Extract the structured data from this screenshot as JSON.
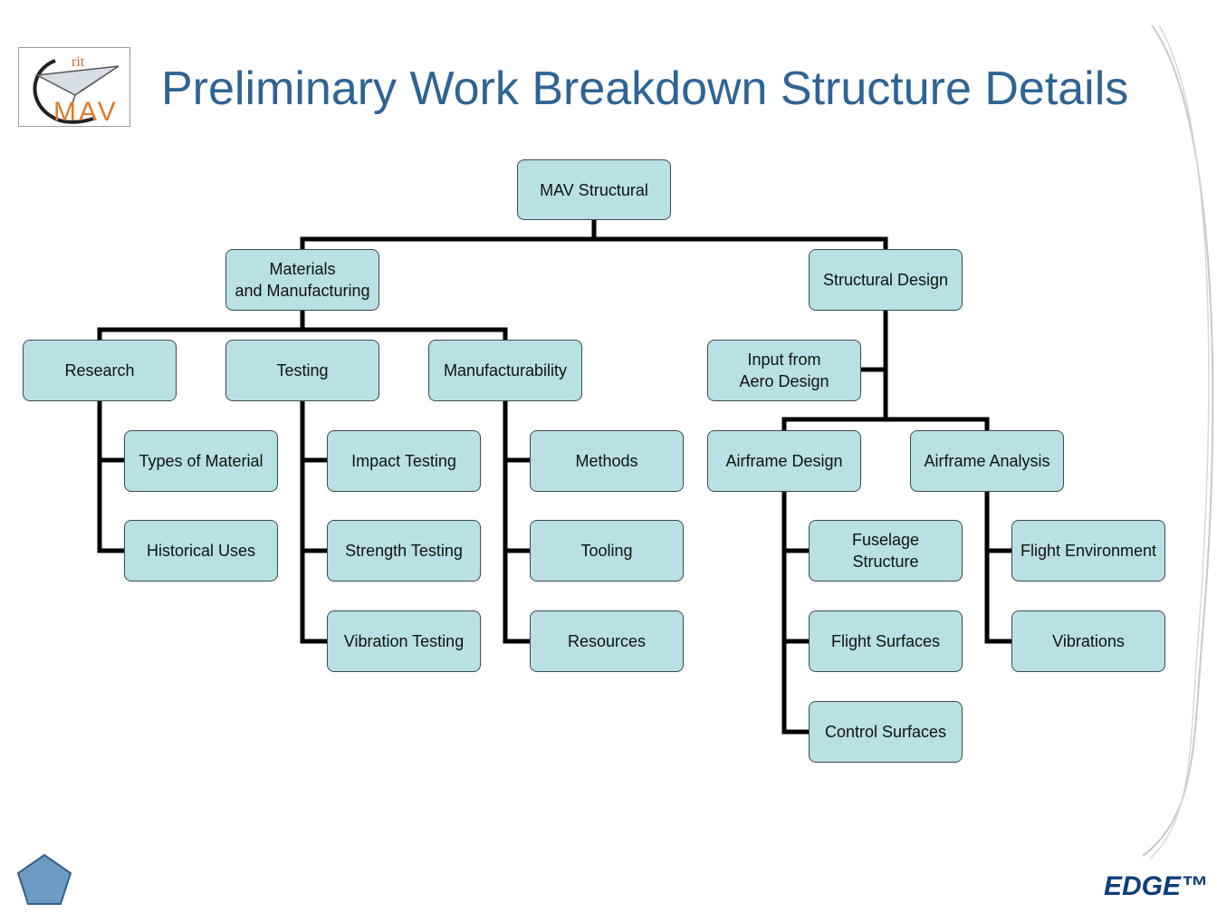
{
  "title": "Preliminary Work Breakdown Structure Details",
  "logo": {
    "top_text": "rit",
    "main_text": "MAV"
  },
  "footer": {
    "brand": "EDGE™"
  },
  "colors": {
    "title": "#2e6494",
    "node_fill": "#b9e0e4",
    "connector": "#000000",
    "brand": "#0d3e7a",
    "nav_button": "#6d9bc3"
  },
  "nodes": {
    "root": "MAV Structural",
    "materials": "Materials\nand Manufacturing",
    "structural_design": "Structural Design",
    "research": "Research",
    "testing": "Testing",
    "manufacturability": "Manufacturability",
    "input_aero": "Input from\nAero Design",
    "types_of_material": "Types of Material",
    "historical_uses": "Historical Uses",
    "impact_testing": "Impact Testing",
    "strength_testing": "Strength Testing",
    "vibration_testing": "Vibration Testing",
    "methods": "Methods",
    "tooling": "Tooling",
    "resources": "Resources",
    "airframe_design": "Airframe Design",
    "airframe_analysis": "Airframe Analysis",
    "fuselage_structure": "Fuselage\nStructure",
    "flight_surfaces": "Flight Surfaces",
    "control_surfaces": "Control Surfaces",
    "flight_environment": "Flight Environment",
    "vibrations": "Vibrations"
  }
}
